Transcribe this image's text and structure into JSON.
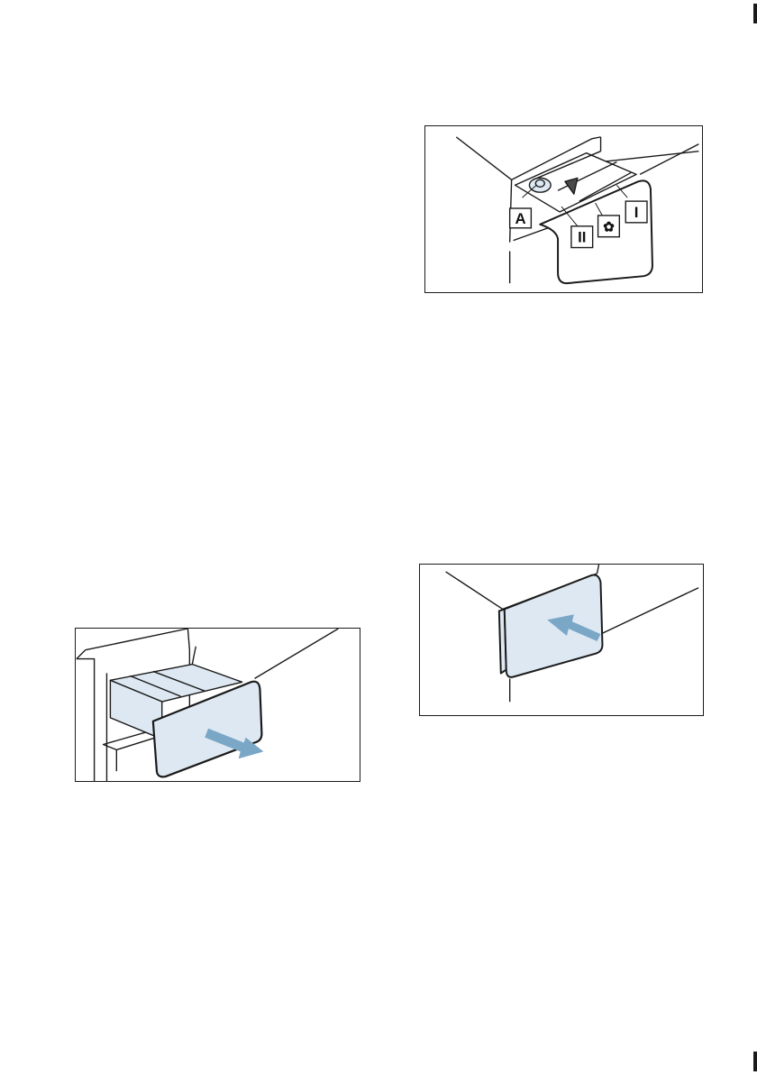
{
  "page": {
    "background": "#ffffff",
    "line_color": "#1a1a1a",
    "accent_fill": "#dde8f2",
    "arrow_color": "#7ba7c7"
  },
  "figures": {
    "pull_drawer": {
      "icon": "arrow-out-icon"
    },
    "compartments": {
      "labels": {
        "softener_valve": "A",
        "main_wash": "II",
        "fabric_softener": "✿",
        "pre_wash": "I"
      }
    },
    "push_drawer": {
      "icon": "arrow-in-icon"
    }
  }
}
